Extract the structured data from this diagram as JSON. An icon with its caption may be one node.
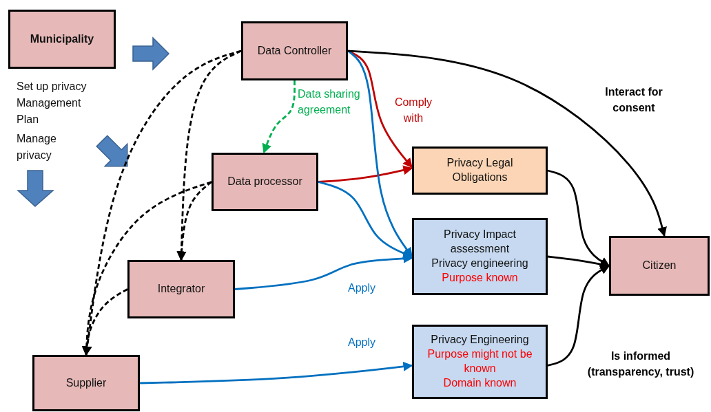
{
  "diagram": {
    "nodes": [
      {
        "text": [
          "Municipality"
        ]
      },
      {
        "text": [
          "Data Controller"
        ]
      },
      {
        "text": [
          "Data processor"
        ]
      },
      {
        "text": [
          "Integrator"
        ]
      },
      {
        "text": [
          "Supplier"
        ]
      },
      {
        "text": [
          "Privacy Legal Obligations"
        ]
      },
      {
        "text": [
          "Privacy Impact assessment",
          "Privacy engineering",
          "Purpose  known"
        ]
      },
      {
        "text": [
          "Privacy Engineering",
          "Purpose might not be known",
          "Domain known"
        ]
      },
      {
        "text": [
          "Citizen"
        ]
      }
    ],
    "edges": [
      {
        "from": 1,
        "to": 3,
        "arrow": "to",
        "style": "dashed"
      },
      {
        "from": 1,
        "to": 4,
        "arrow": "to",
        "style": "dashed"
      },
      {
        "from": 2,
        "to": 3,
        "arrow": "to",
        "style": "dashed"
      },
      {
        "from": 2,
        "to": 4,
        "arrow": "to",
        "style": "dashed"
      },
      {
        "from": 3,
        "to": 4,
        "arrow": "to",
        "style": "dashed"
      },
      {
        "from": 1,
        "to": 2,
        "arrow": "to",
        "style": "dashed",
        "color": "#00b050",
        "label": "Data sharing agreement"
      },
      {
        "from": 1,
        "to": 5,
        "arrow": "to",
        "color": "#c00000",
        "label": "Comply with"
      },
      {
        "from": 2,
        "to": 5,
        "arrow": "to",
        "color": "#c00000"
      },
      {
        "from": 1,
        "to": 6,
        "arrow": "to",
        "color": "#0070c0"
      },
      {
        "from": 2,
        "to": 6,
        "arrow": "to",
        "color": "#0070c0"
      },
      {
        "from": 3,
        "to": 6,
        "arrow": "to",
        "color": "#0070c0",
        "label": "Apply"
      },
      {
        "from": 4,
        "to": 7,
        "arrow": "to",
        "color": "#0070c0",
        "label": "Apply"
      },
      {
        "from": 1,
        "to": 8,
        "arrow": "to",
        "label": "Interact for consent"
      },
      {
        "from": 5,
        "to": 8,
        "arrow": "to"
      },
      {
        "from": 6,
        "to": 8,
        "arrow": "to"
      },
      {
        "from": 7,
        "to": 8,
        "arrow": "to",
        "label": "Is informed (transparency, trust)"
      }
    ],
    "labels": [
      "Set up privacy Management Plan",
      "Manage privacy"
    ]
  }
}
